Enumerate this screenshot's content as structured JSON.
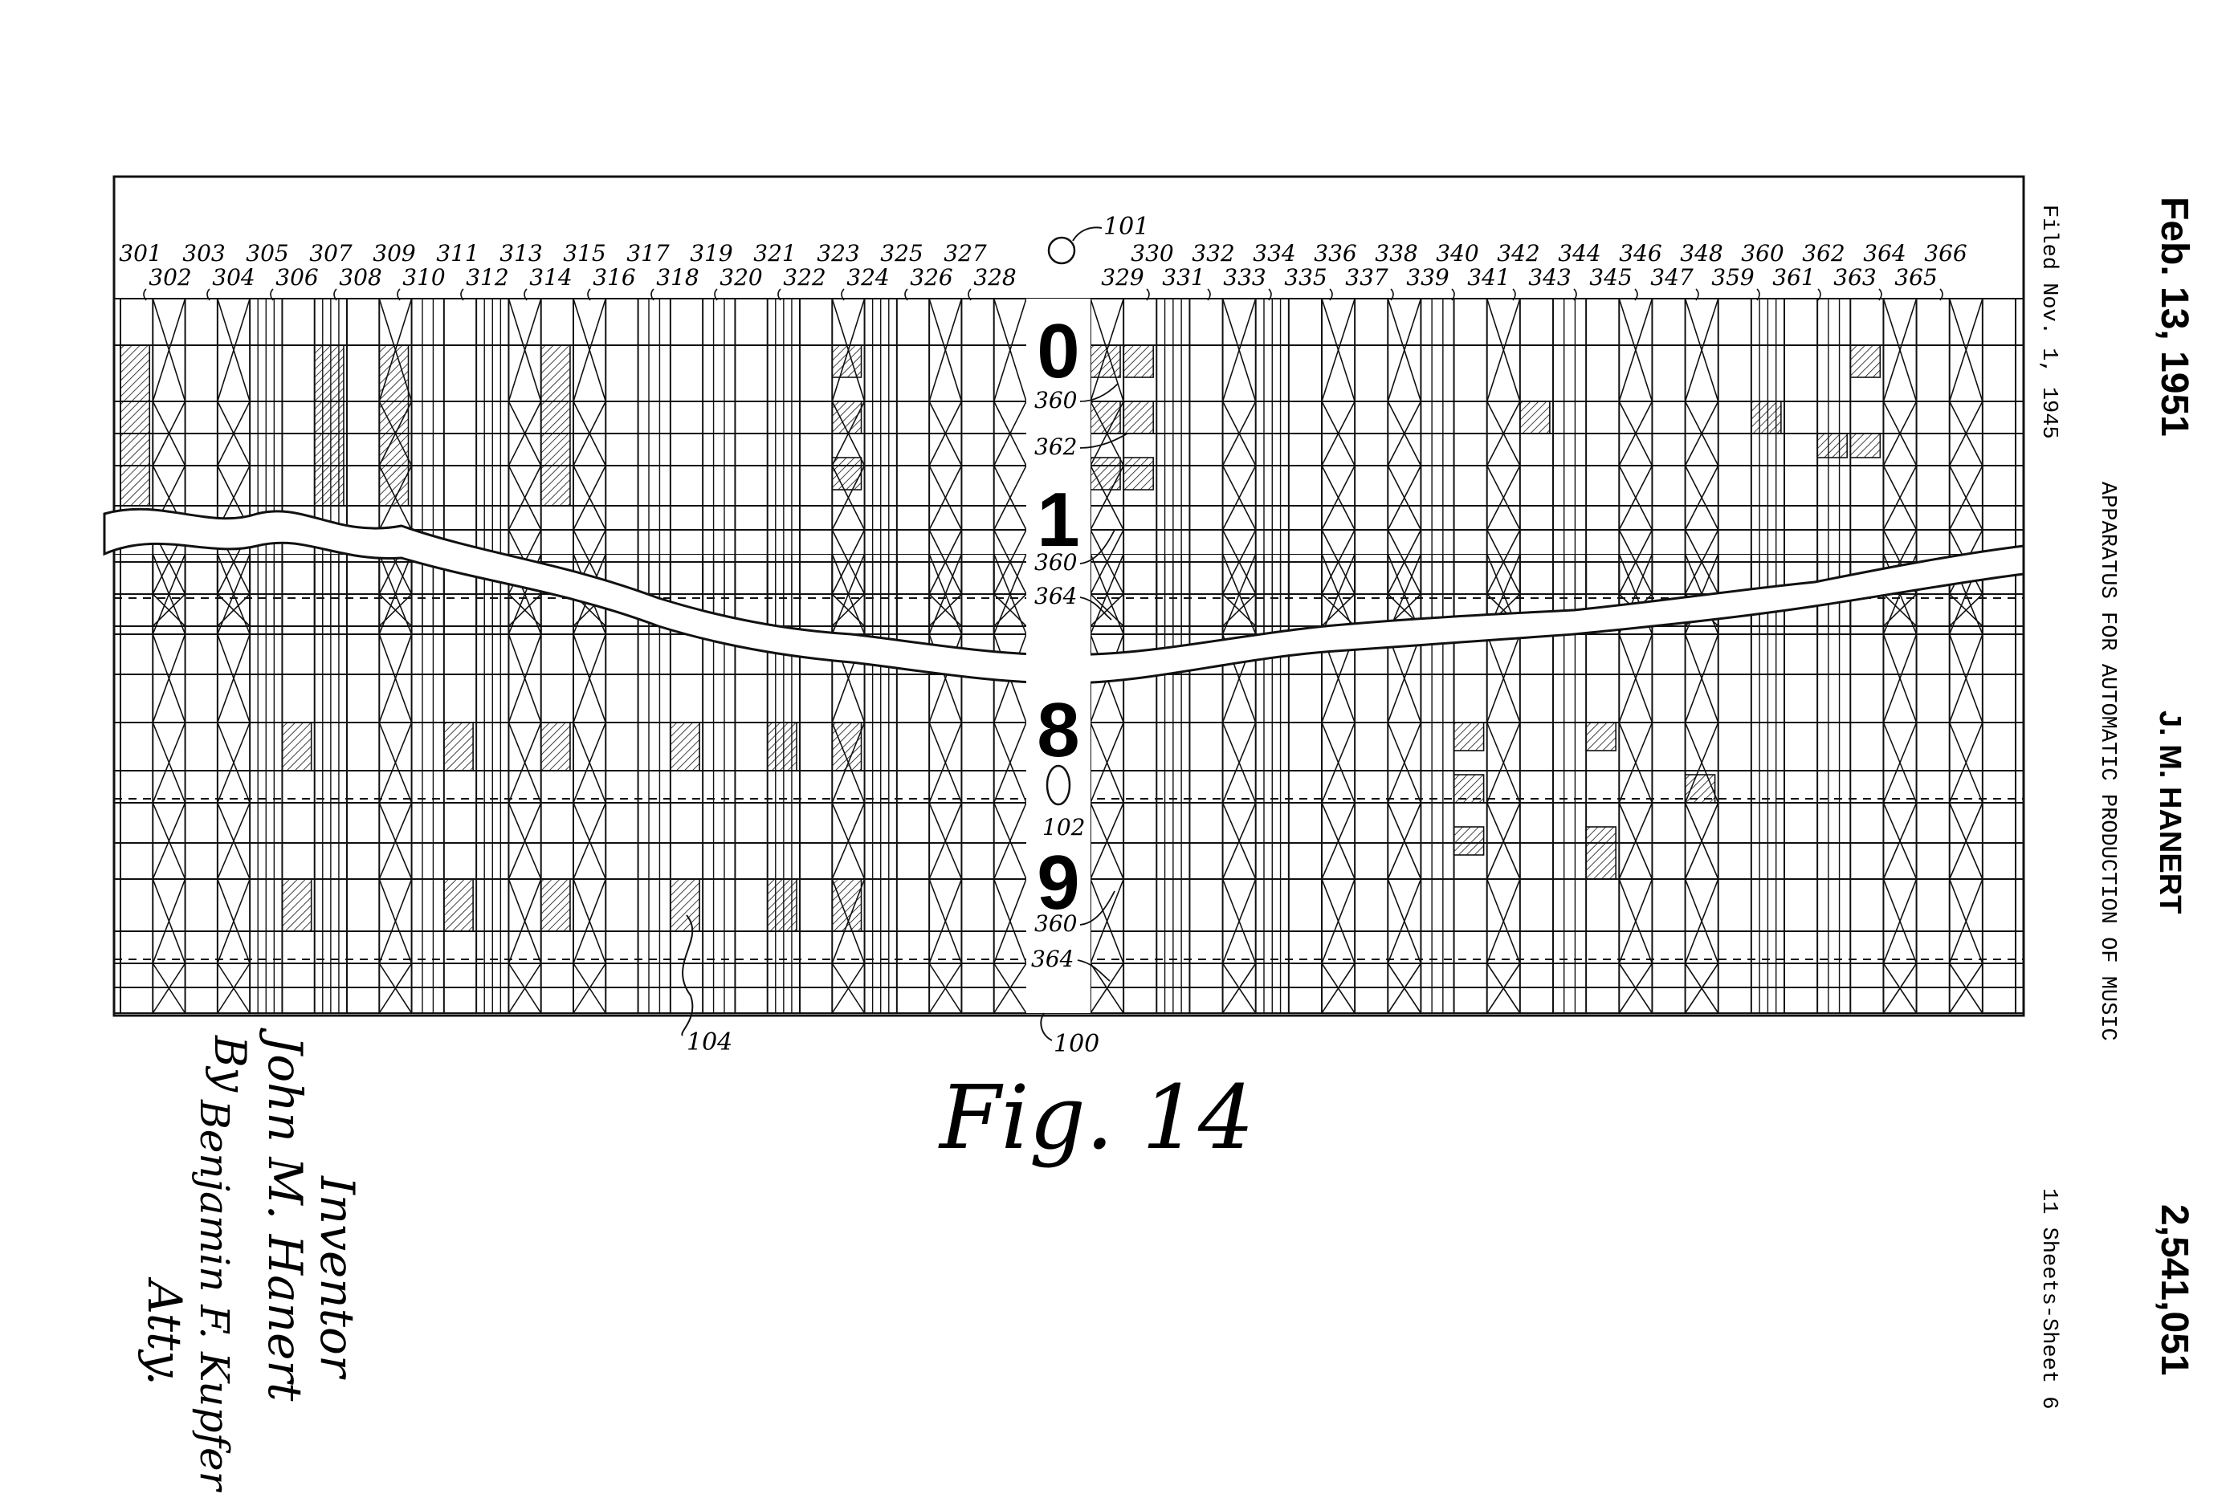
{
  "header": {
    "date": "Feb. 13, 1951",
    "inventor_name": "J. M. HANERT",
    "patent_number": "2,541,051",
    "title": "APPARATUS FOR AUTOMATIC PRODUCTION OF MUSIC",
    "filed": "Filed Nov. 1, 1945",
    "sheets": "11 Sheets-Sheet 6"
  },
  "figure": {
    "label": "Fig. 14",
    "ref_101": "101",
    "ref_102": "102",
    "ref_104": "104",
    "ref_100": "100",
    "ref_360_a": "360",
    "ref_362": "362",
    "ref_360_b": "360",
    "ref_364_a": "364",
    "ref_360_c": "360",
    "ref_364_b": "364",
    "row_labels": [
      "0",
      "1",
      "8",
      "9"
    ],
    "columns_left_top": [
      "301",
      "303",
      "305",
      "307",
      "309",
      "311",
      "313",
      "315",
      "317",
      "319",
      "321",
      "323",
      "325",
      "327"
    ],
    "columns_left_bottom": [
      "302",
      "304",
      "306",
      "308",
      "310",
      "312",
      "314",
      "316",
      "318",
      "320",
      "322",
      "324",
      "326",
      "328"
    ],
    "columns_right_top": [
      "330",
      "332",
      "334",
      "336",
      "338",
      "340",
      "342",
      "344",
      "346",
      "348",
      "360",
      "362",
      "364",
      "366"
    ],
    "columns_right_bottom": [
      "329",
      "331",
      "333",
      "335",
      "337",
      "339",
      "341",
      "343",
      "345",
      "347",
      "359",
      "361",
      "363",
      "365"
    ]
  },
  "signature": {
    "caption": "Inventor",
    "name": "John M. Hanert",
    "by": "By",
    "attorney": "Benjamin F. Kupfer",
    "title": "Atty."
  }
}
